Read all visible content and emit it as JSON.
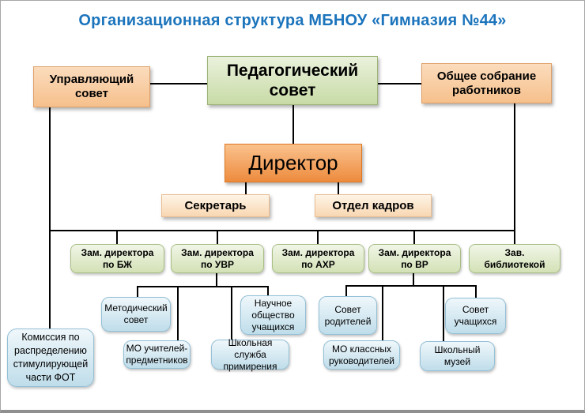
{
  "title": "Организационная структура МБНОУ «Гимназия №44»",
  "colors": {
    "title_blue": "#1B74BC",
    "connector_black": "#000000",
    "peach_box": "#F6C08C",
    "peach_light_box": "#F8D7B2",
    "green_council_box": "#C8DBA6",
    "orange_director_box": "#ED8B3E",
    "green_deputy_box": "#D3E1B6",
    "blue_unit_box": "#BFDDEA"
  },
  "nodes": {
    "governing_council": "Управляющий\nсовет",
    "pedagogical_council": "Педагогический\nсовет",
    "general_assembly": "Общее собрание\nработников",
    "director": "Директор",
    "secretary": "Секретарь",
    "hr_department": "Отдел кадров",
    "deputy_bzh": "Зам. директора\nпо БЖ",
    "deputy_uvr": "Зам. директора\nпо УВР",
    "deputy_ahr": "Зам. директора\nпо АХР",
    "deputy_vr": "Зам. директора\nпо ВР",
    "head_librarian": "Зав.\nбиблиотекой",
    "fot_commission": "Комиссия по\nраспределению\nстимулирующей\nчасти ФОТ",
    "methodical_council": "Методический\nсовет",
    "mo_subject_teachers": "МО учителей-\nпредметников",
    "scientific_society": "Научное\nобщество\nучащихся",
    "school_mediation": "Школьная служба\nпримирения",
    "parents_council": "Совет\nродителей",
    "mo_class_teachers": "МО классных\nруководителей",
    "students_council": "Совет\nучащихся",
    "school_museum": "Школьный\nмузей"
  }
}
